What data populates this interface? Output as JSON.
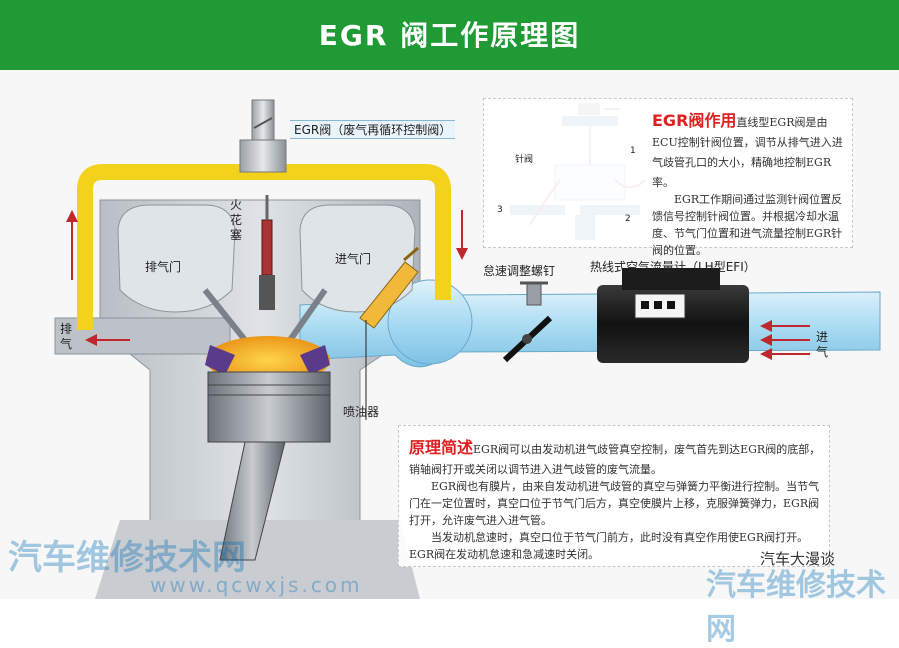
{
  "header": {
    "title": "EGR 阀工作原理图"
  },
  "labels": {
    "egr_valve": "EGR阀（废气再循环控制阀）",
    "exhaust_valve": "排气门",
    "intake_valve": "进气门",
    "spark_plug": "火花塞",
    "injector": "喷油器",
    "idle_screw": "怠速调整螺钉",
    "maf_sensor": "热线式空气流量计（LH型EFI）",
    "exhaust_side": "排气",
    "intake_side": "进气",
    "needle_valve": "针阀",
    "num_1": "1",
    "num_2": "2",
    "num_3": "3"
  },
  "function_box": {
    "title": "EGR阀作用",
    "p1": "直线型EGR阀是由ECU控制针阀位置，调节从排气进入进气歧管孔口的大小，精确地控制EGR率。",
    "p2": "EGR工作期间通过监测针阀位置反馈信号控制针阀位置。并根据冷却水温度、节气门位置和进气流量控制EGR针阀的位置。"
  },
  "principle_box": {
    "title": "原理简述",
    "p1": "EGR阀可以由发动机进气歧管真空控制，废气首先到达EGR阀的底部，销轴阀打开或关闭以调节进入进气歧管的废气流量。",
    "p2": "EGR阀也有膜片，由来自发动机进气歧管的真空与弹簧力平衡进行控制。当节气门在一定位置时，真空口位于节气门后方，真空使膜片上移，克服弹簧弹力，EGR阀打开，允许废气进入进气管。",
    "p3": "当发动机怠速时，真空口位于节气门前方，此时没有真空作用使EGR阀打开。EGR阀在发动机怠速和急减速时关闭。"
  },
  "watermarks": {
    "left_text": "汽车维修技术网",
    "left_url": "www.qcwxjs.com",
    "right_brand": "汽车大漫谈",
    "right_text": "汽车维修技术网"
  },
  "colors": {
    "header_green": "#1f9a35",
    "egr_tube_yellow": "#f2d21a",
    "intake_blue": "#9fd3ee",
    "flow_arrow_red": "#c0262d",
    "piston_orange": "#f0a020"
  }
}
